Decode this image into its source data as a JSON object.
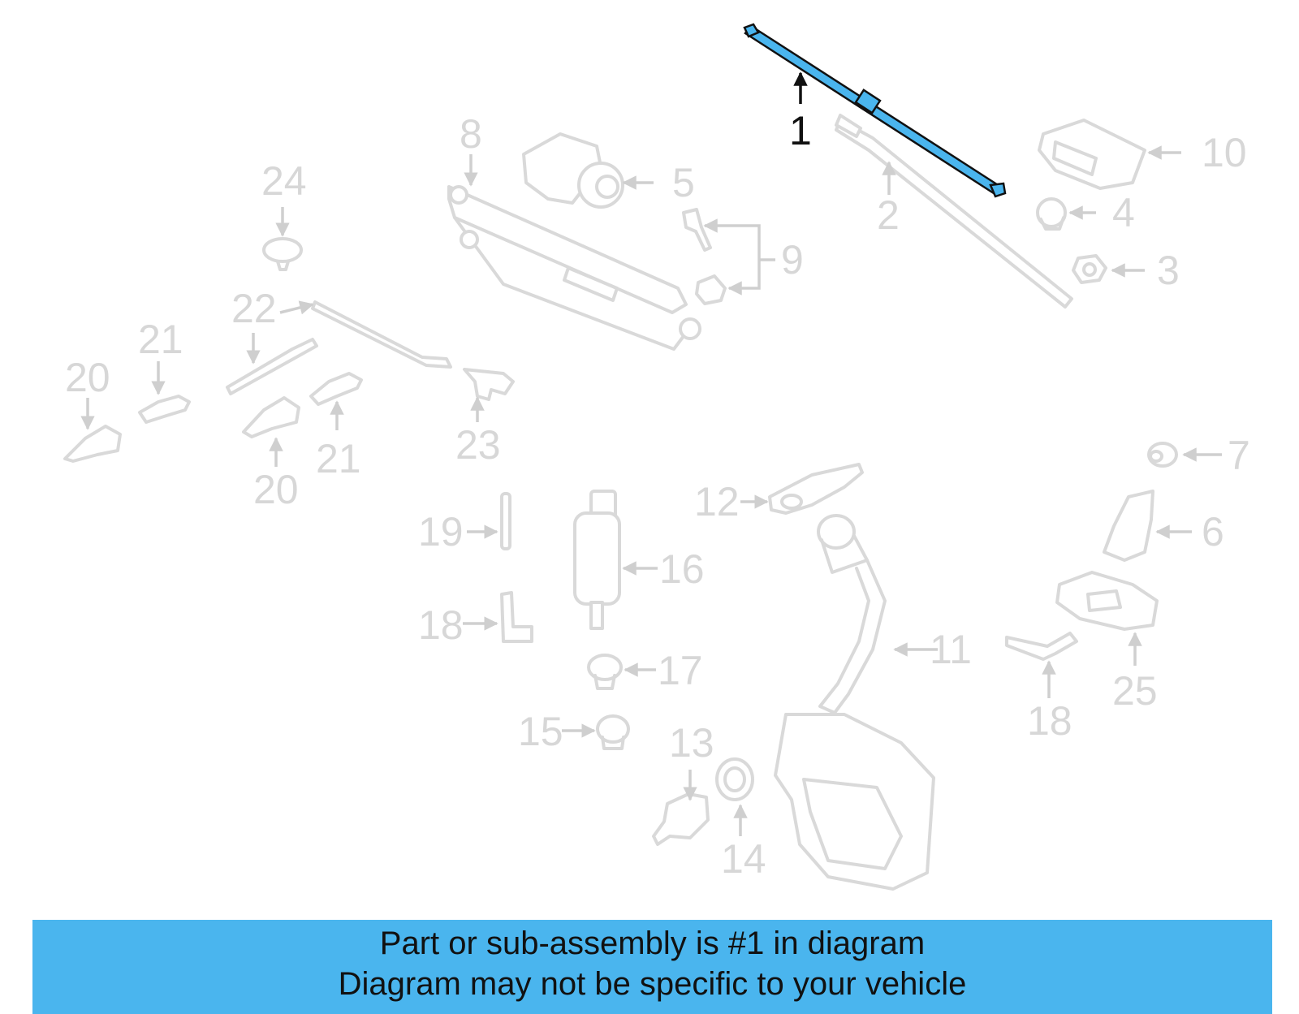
{
  "diagram": {
    "highlighted_part": "1",
    "highlight_color": "#4ab5ee",
    "part_color": "#d9d9d9",
    "labels": {
      "p1": "1",
      "p2": "2",
      "p3": "3",
      "p4": "4",
      "p5": "5",
      "p6": "6",
      "p7": "7",
      "p8": "8",
      "p9": "9",
      "p10": "10",
      "p11": "11",
      "p12": "12",
      "p13": "13",
      "p14": "14",
      "p15": "15",
      "p16": "16",
      "p17": "17",
      "p18a": "18",
      "p18b": "18",
      "p19": "19",
      "p20a": "20",
      "p20b": "20",
      "p21a": "21",
      "p21b": "21",
      "p22": "22",
      "p23": "23",
      "p24": "24",
      "p25": "25"
    }
  },
  "banner": {
    "line1": "Part or sub-assembly is #1 in diagram",
    "line2": "Diagram may not be specific to your vehicle",
    "background": "#4ab5ee"
  }
}
